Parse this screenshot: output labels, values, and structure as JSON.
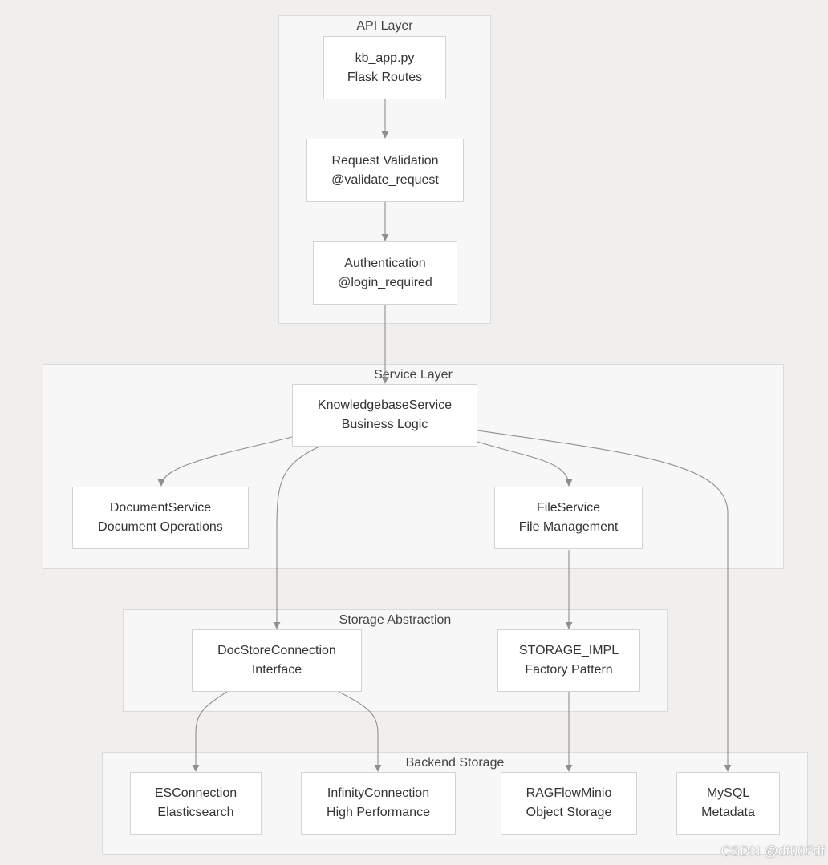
{
  "colors": {
    "page_bg": "#f0efed",
    "group_bg": "#f7f7f7",
    "group_border": "#dadada",
    "node_bg": "#ffffff",
    "node_border": "#d4d4d4",
    "edge": "#8f8f8f",
    "text": "#333333"
  },
  "groups": {
    "api": {
      "label": "API Layer"
    },
    "service": {
      "label": "Service Layer"
    },
    "storage": {
      "label": "Storage Abstraction"
    },
    "backend": {
      "label": "Backend Storage"
    }
  },
  "nodes": {
    "kb_app": {
      "line1": "kb_app.py",
      "line2": "Flask Routes"
    },
    "validation": {
      "line1": "Request Validation",
      "line2": "@validate_request"
    },
    "auth": {
      "line1": "Authentication",
      "line2": "@login_required"
    },
    "kb_service": {
      "line1": "KnowledgebaseService",
      "line2": "Business Logic"
    },
    "doc_service": {
      "line1": "DocumentService",
      "line2": "Document Operations"
    },
    "file_service": {
      "line1": "FileService",
      "line2": "File Management"
    },
    "docstore": {
      "line1": "DocStoreConnection",
      "line2": "Interface"
    },
    "storage_impl": {
      "line1": "STORAGE_IMPL",
      "line2": "Factory Pattern"
    },
    "es": {
      "line1": "ESConnection",
      "line2": "Elasticsearch"
    },
    "infinity": {
      "line1": "InfinityConnection",
      "line2": "High Performance"
    },
    "minio": {
      "line1": "RAGFlowMinio",
      "line2": "Object Storage"
    },
    "mysql": {
      "line1": "MySQL",
      "line2": "Metadata"
    }
  },
  "watermark": "CSDN @df007df"
}
